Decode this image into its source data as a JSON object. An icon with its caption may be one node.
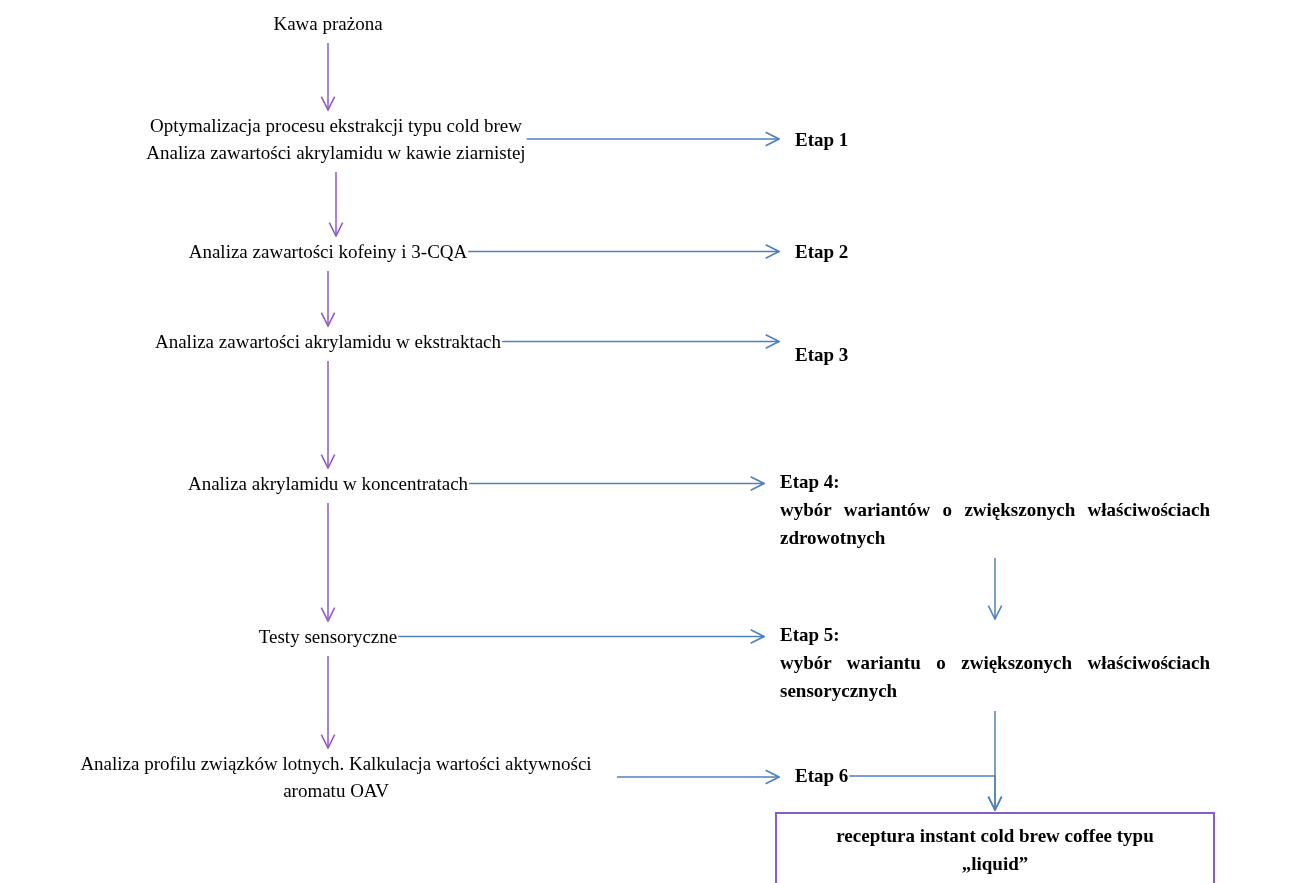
{
  "diagram": {
    "nodes": [
      {
        "text": [
          "Kawa prażona"
        ]
      },
      {
        "text": [
          "Optymalizacja procesu ekstrakcji typu cold brew",
          "Analiza zawartości akrylamidu w kawie ziarnistej"
        ]
      },
      {
        "text": [
          "Analiza zawartości kofeiny i 3-CQA"
        ]
      },
      {
        "text": [
          "Analiza zawartości akrylamidu w ekstraktach"
        ]
      },
      {
        "text": [
          "Analiza akrylamidu w koncentratach"
        ]
      },
      {
        "text": [
          "Testy sensoryczne"
        ]
      },
      {
        "text": [
          "Analiza profilu związków lotnych. Kalkulacja wartości aktywności aromatu OAV"
        ]
      },
      {
        "text": [
          "Etap 1"
        ]
      },
      {
        "text": [
          "Etap 2"
        ]
      },
      {
        "text": [
          "Etap 3"
        ]
      },
      {
        "text": [
          "Etap 4:",
          "wybór wariantów o zwiększonych właściwościach zdrowotnych"
        ]
      },
      {
        "text": [
          "Etap 5:",
          "wybór wariantu o zwiększonych właściwościach sensorycznych"
        ]
      },
      {
        "text": [
          "Etap 6"
        ]
      },
      {
        "text": [
          "receptura instant cold brew coffee typu „liquid”"
        ]
      }
    ],
    "edges": [
      {
        "from": 0,
        "to": 1,
        "arrow": "to",
        "color": "#8e5ac8"
      },
      {
        "from": 1,
        "to": 2,
        "arrow": "to",
        "color": "#8e5ac8"
      },
      {
        "from": 2,
        "to": 3,
        "arrow": "to",
        "color": "#8e5ac8"
      },
      {
        "from": 3,
        "to": 4,
        "arrow": "to",
        "color": "#8e5ac8"
      },
      {
        "from": 4,
        "to": 5,
        "arrow": "to",
        "color": "#8e5ac8"
      },
      {
        "from": 5,
        "to": 6,
        "arrow": "to",
        "color": "#8e5ac8"
      },
      {
        "from": 1,
        "to": 7,
        "arrow": "to"
      },
      {
        "from": 2,
        "to": 8,
        "arrow": "to"
      },
      {
        "from": 3,
        "to": 9,
        "arrow": "to"
      },
      {
        "from": 4,
        "to": 10,
        "arrow": "to"
      },
      {
        "from": 5,
        "to": 11,
        "arrow": "to"
      },
      {
        "from": 6,
        "to": 12,
        "arrow": "to"
      },
      {
        "from": 10,
        "to": 11,
        "arrow": "to"
      },
      {
        "from": 11,
        "to": 13,
        "arrow": "to"
      },
      {
        "from": 12,
        "to": 13,
        "arrow": "to"
      }
    ]
  }
}
